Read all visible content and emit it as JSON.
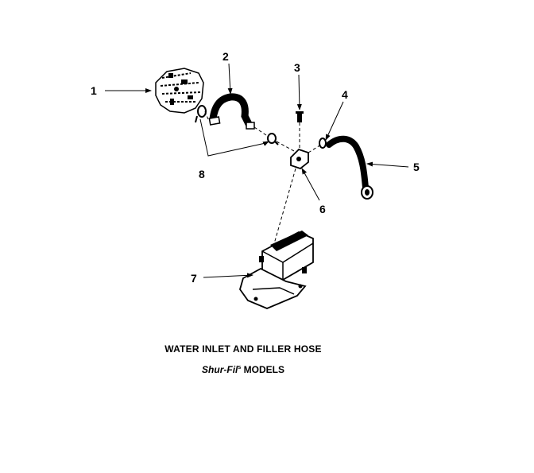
{
  "callouts": {
    "c1": "1",
    "c2": "2",
    "c3": "3",
    "c4": "4",
    "c5": "5",
    "c6": "6",
    "c7": "7",
    "c8": "8"
  },
  "caption": {
    "title": "WATER INLET AND FILLER HOSE",
    "model_name": "Shur-Fil",
    "model_mark": "s",
    "model_suffix": " MODELS"
  },
  "colors": {
    "ink": "#000000",
    "background": "#ffffff"
  }
}
